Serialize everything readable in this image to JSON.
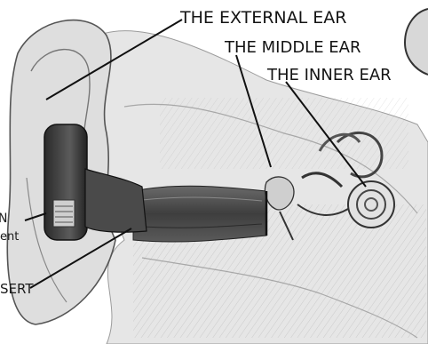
{
  "labels": {
    "external_ear": "THE EXTERNAL EAR",
    "middle_ear": "THE MIDDLE EAR",
    "inner_ear": "THE INNER EAR",
    "left_partial_1": "N",
    "left_partial_2": "ent",
    "left_partial_3": "SERT"
  },
  "colors": {
    "ink": "#141414",
    "paper": "#ffffff",
    "tissue": "#d9d9d9",
    "dark_part": "#3a3a3a"
  }
}
